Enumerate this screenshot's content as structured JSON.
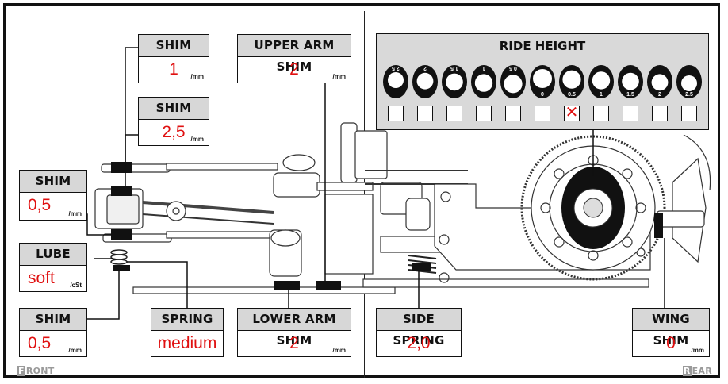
{
  "shim_top": {
    "label": "SHIM",
    "value": "1",
    "unit": "/mm"
  },
  "upper_arm_shim": {
    "label": "UPPER ARM SHIM",
    "value": "2",
    "unit": "/mm"
  },
  "shim_second": {
    "label": "SHIM",
    "value": "2,5",
    "unit": "/mm"
  },
  "shim_left": {
    "label": "SHIM",
    "value": "0,5",
    "unit": "/mm"
  },
  "lube": {
    "label": "LUBE",
    "value": "soft",
    "unit": "/cSt"
  },
  "shim_bottom": {
    "label": "SHIM",
    "value": "0,5",
    "unit": "/mm"
  },
  "spring": {
    "label": "SPRING",
    "value": "medium"
  },
  "lower_arm_shim": {
    "label": "LOWER ARM SHIM",
    "value": "2",
    "unit": "/mm"
  },
  "side_spring": {
    "label": "SIDE SPRING",
    "value": "2,0"
  },
  "wing_shim": {
    "label": "WING SHIM",
    "value": "0",
    "unit": "/mm"
  },
  "ride_height": {
    "title": "RIDE HEIGHT",
    "options": [
      "2.5",
      "2",
      "1.5",
      "1",
      "0.5",
      "0",
      "0.5",
      "1",
      "1.5",
      "2",
      "2.5"
    ],
    "selected_index": 6,
    "check_mark": "✕"
  },
  "footer": {
    "front_initial": "F",
    "front_rest": "RONT",
    "rear_initial": "R",
    "rear_rest": "EAR"
  },
  "colors": {
    "value_text": "#e01010",
    "header_bg": "#d7d7d7",
    "ride_bg": "#d9d9d9"
  }
}
